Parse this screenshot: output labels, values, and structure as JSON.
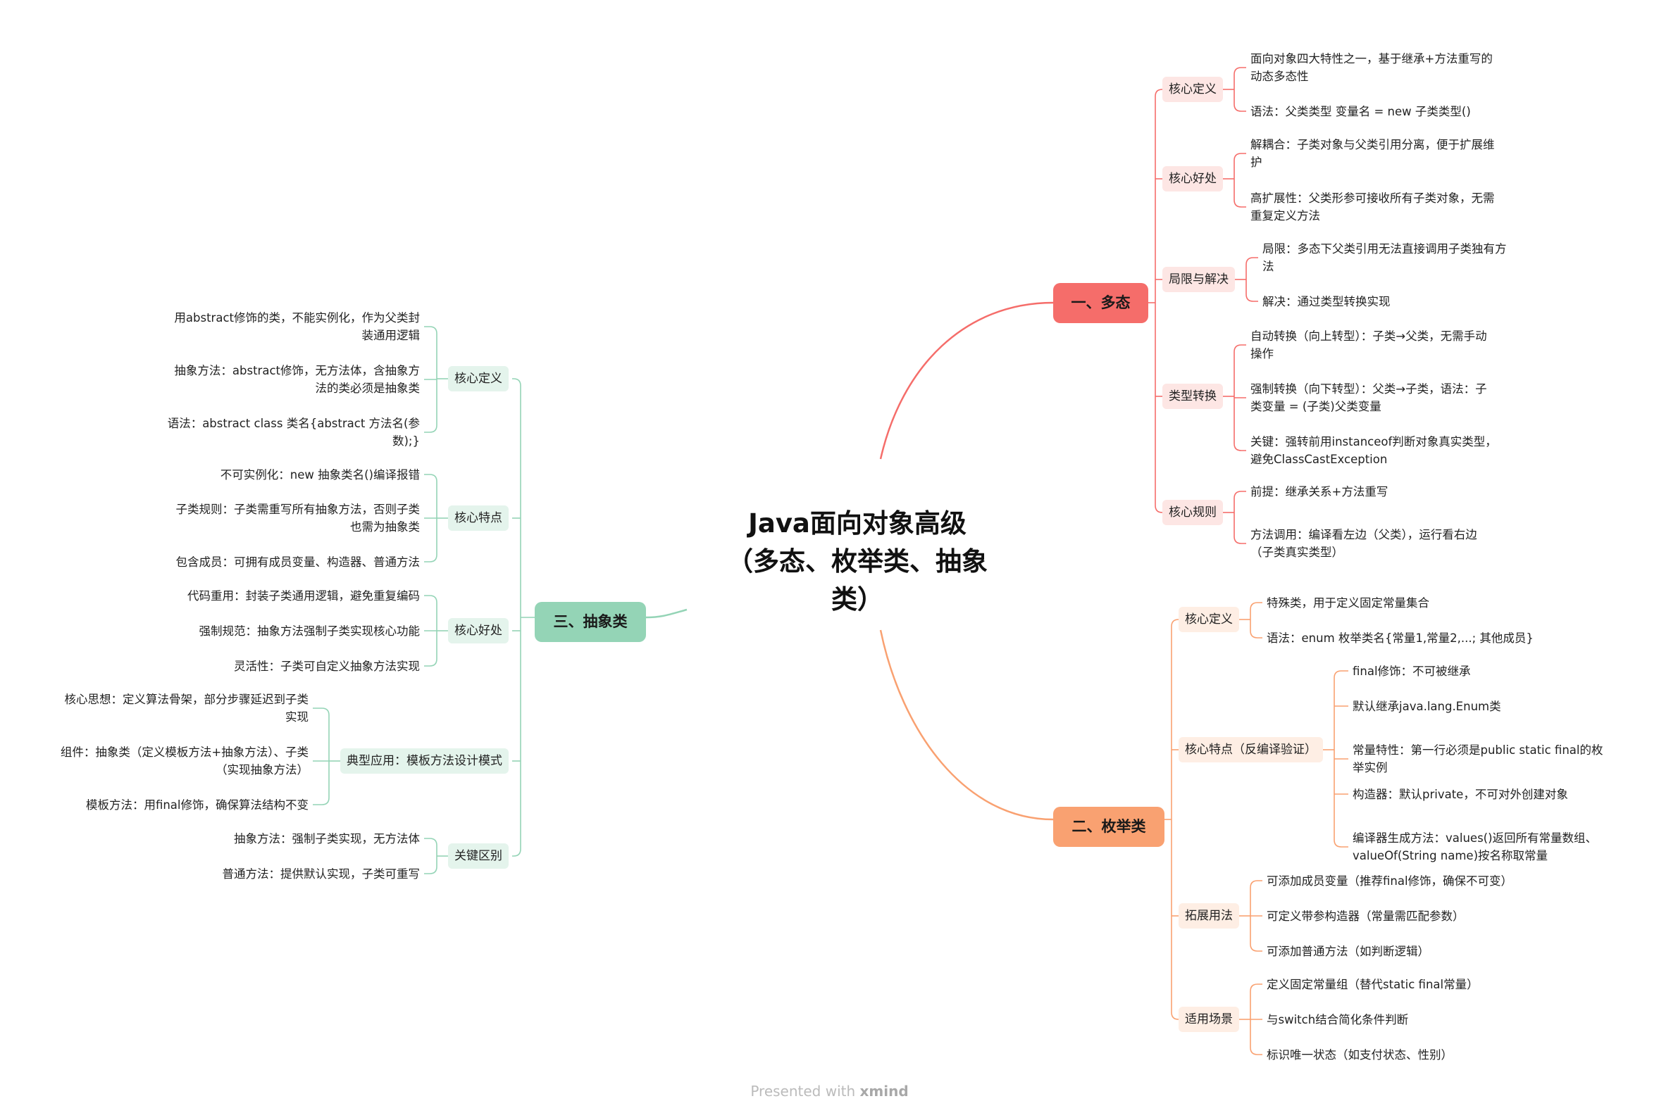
{
  "central_topic": [
    "Java面向对象高级",
    "（多态、枚举类、抽象",
    "类）"
  ],
  "footer": {
    "presented": "Presented with ",
    "brand": "xmind"
  },
  "colors": {
    "polymorphism": "#f56d6a",
    "enum": "#f9a171",
    "abstract": "#94d4b6"
  },
  "branches": {
    "polymorphism": {
      "title": "一、多态",
      "subs": [
        {
          "label": "核心定义",
          "leaves": [
            [
              "面向对象四大特性之一，基于继承+方法重写的",
              "动态多态性"
            ],
            [
              "语法：父类类型 变量名 = new 子类类型()"
            ]
          ]
        },
        {
          "label": "核心好处",
          "leaves": [
            [
              "解耦合：子类对象与父类引用分离，便于扩展维",
              "护"
            ],
            [
              "高扩展性：父类形参可接收所有子类对象，无需",
              "重复定义方法"
            ]
          ]
        },
        {
          "label": "局限与解决",
          "leaves": [
            [
              "局限：多态下父类引用无法直接调用子类独有方",
              "法"
            ],
            [
              "解决：通过类型转换实现"
            ]
          ]
        },
        {
          "label": "类型转换",
          "leaves": [
            [
              "自动转换（向上转型）：子类→父类，无需手动",
              "操作"
            ],
            [
              "强制转换（向下转型）：父类→子类，语法：子",
              "类变量 = (子类)父类变量"
            ],
            [
              "关键：强转前用instanceof判断对象真实类型，",
              "避免ClassCastException"
            ]
          ]
        },
        {
          "label": "核心规则",
          "leaves": [
            [
              "前提：继承关系+方法重写"
            ],
            [
              "方法调用：编译看左边（父类），运行看右边",
              "（子类真实类型）"
            ]
          ]
        }
      ]
    },
    "enum": {
      "title": "二、枚举类",
      "subs": [
        {
          "label": "核心定义",
          "leaves": [
            [
              "特殊类，用于定义固定常量集合"
            ],
            [
              "语法：enum 枚举类名{常量1,常量2,...; 其他成员}"
            ]
          ]
        },
        {
          "label": "核心特点（反编译验证）",
          "leaves": [
            [
              "final修饰：不可被继承"
            ],
            [
              "默认继承java.lang.Enum类"
            ],
            [
              "常量特性：第一行必须是public static final的枚",
              "举实例"
            ],
            [
              "构造器：默认private，不可对外创建对象"
            ],
            [
              "编译器生成方法：values()返回所有常量数组、",
              "valueOf(String name)按名称取常量"
            ]
          ]
        },
        {
          "label": "拓展用法",
          "leaves": [
            [
              "可添加成员变量（推荐final修饰，确保不可变）"
            ],
            [
              "可定义带参构造器（常量需匹配参数）"
            ],
            [
              "可添加普通方法（如判断逻辑）"
            ]
          ]
        },
        {
          "label": "适用场景",
          "leaves": [
            [
              "定义固定常量组（替代static final常量）"
            ],
            [
              "与switch结合简化条件判断"
            ],
            [
              "标识唯一状态（如支付状态、性别）"
            ]
          ]
        }
      ]
    },
    "abstract": {
      "title": "三、抽象类",
      "subs": [
        {
          "label": "核心定义",
          "leaves": [
            [
              "用abstract修饰的类，不能实例化，作为父类封",
              "装通用逻辑"
            ],
            [
              "抽象方法：abstract修饰，无方法体，含抽象方",
              "法的类必须是抽象类"
            ],
            [
              "语法：abstract class 类名{abstract 方法名(参",
              "数);}"
            ]
          ]
        },
        {
          "label": "核心特点",
          "leaves": [
            [
              "不可实例化：new 抽象类名()编译报错"
            ],
            [
              "子类规则：子类需重写所有抽象方法，否则子类",
              "也需为抽象类"
            ],
            [
              "包含成员：可拥有成员变量、构造器、普通方法"
            ]
          ]
        },
        {
          "label": "核心好处",
          "leaves": [
            [
              "代码重用：封装子类通用逻辑，避免重复编码"
            ],
            [
              "强制规范：抽象方法强制子类实现核心功能"
            ],
            [
              "灵活性：子类可自定义抽象方法实现"
            ]
          ]
        },
        {
          "label": "典型应用：模板方法设计模式",
          "leaves": [
            [
              "核心思想：定义算法骨架，部分步骤延迟到子类",
              "实现"
            ],
            [
              "组件：抽象类（定义模板方法+抽象方法）、子类",
              "（实现抽象方法）"
            ],
            [
              "模板方法：用final修饰，确保算法结构不变"
            ]
          ]
        },
        {
          "label": "关键区别",
          "leaves": [
            [
              "抽象方法：强制子类实现，无方法体"
            ],
            [
              "普通方法：提供默认实现，子类可重写"
            ]
          ]
        }
      ]
    }
  }
}
